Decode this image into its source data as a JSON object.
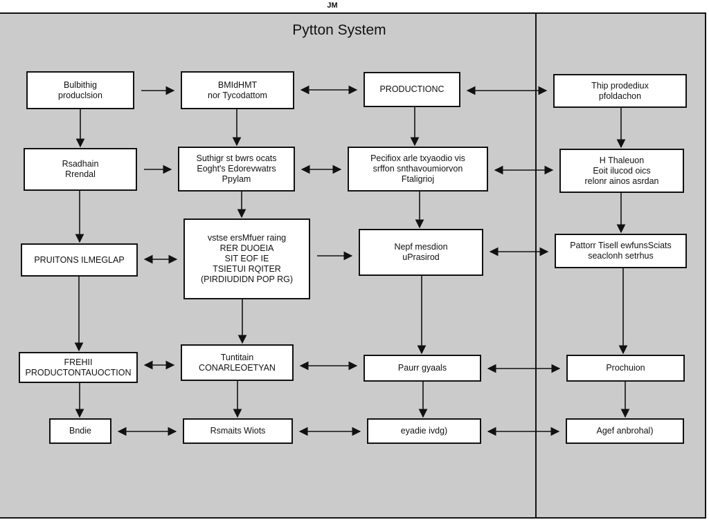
{
  "header_mark": "JM",
  "title": "Pytton System",
  "nodes": [
    {
      "id": "n1",
      "lines": [
        "Bulbithig",
        "produclsion"
      ]
    },
    {
      "id": "n2",
      "lines": [
        "BMIdHMT",
        "nor Tycodattom"
      ]
    },
    {
      "id": "n3",
      "lines": [
        "PRODUCTIONC"
      ]
    },
    {
      "id": "n4",
      "lines": [
        "Thip prodediux",
        "pfoldachon"
      ]
    },
    {
      "id": "n5",
      "lines": [
        "Rsadhain",
        "Rrendal"
      ]
    },
    {
      "id": "n6",
      "lines": [
        "Suthigr st bwrs ocats",
        "Eoght's Edorevwatrs",
        "Ppylam"
      ]
    },
    {
      "id": "n7",
      "lines": [
        "Pecifiox arle txyaodio vis",
        "srffon snthavoumiorvon",
        "Ftaligrioj"
      ]
    },
    {
      "id": "n8",
      "lines": [
        "H Thaleuon",
        "Eoit ilucod oics",
        "relonr ainos asrdan"
      ]
    },
    {
      "id": "n9",
      "lines": [
        "PRUITONS ILMEGLAP"
      ]
    },
    {
      "id": "n10",
      "lines": [
        "vstse ersMfuer raing",
        "RER DUOEIA",
        "SIT EOF IE",
        "TSIETUI RQITER",
        "(PIRDIUDIDN POP RG)"
      ]
    },
    {
      "id": "n11",
      "lines": [
        "Nepf mesdion",
        "uPrasirod"
      ]
    },
    {
      "id": "n12",
      "lines": [
        "Pattorr Tisell ewfunsSciats",
        "seaclonh setrhus"
      ]
    },
    {
      "id": "n13",
      "lines": [
        "FREHII",
        "PRODUCTONTAUOCTION"
      ]
    },
    {
      "id": "n14",
      "lines": [
        "Tuntitain",
        "CONARLEOETYAN"
      ]
    },
    {
      "id": "n15",
      "lines": [
        "Paurr gyaals"
      ]
    },
    {
      "id": "n16",
      "lines": [
        "Prochuion"
      ]
    },
    {
      "id": "n17",
      "lines": [
        "Bndie"
      ]
    },
    {
      "id": "n18",
      "lines": [
        "Rsmaits Wiots"
      ]
    },
    {
      "id": "n19",
      "lines": [
        "eyadie ivdg)"
      ]
    },
    {
      "id": "n20",
      "lines": [
        "Agef anbrohal)"
      ]
    }
  ],
  "edges": [
    {
      "from": "n1",
      "to": "n2",
      "dir": "forward"
    },
    {
      "from": "n2",
      "to": "n3",
      "dir": "both"
    },
    {
      "from": "n3",
      "to": "n4",
      "dir": "both"
    },
    {
      "from": "n5",
      "to": "n6",
      "dir": "forward"
    },
    {
      "from": "n6",
      "to": "n7",
      "dir": "both"
    },
    {
      "from": "n7",
      "to": "n8",
      "dir": "both"
    },
    {
      "from": "n9",
      "to": "n10",
      "dir": "both"
    },
    {
      "from": "n10",
      "to": "n11",
      "dir": "forward"
    },
    {
      "from": "n11",
      "to": "n12",
      "dir": "both"
    },
    {
      "from": "n13",
      "to": "n14",
      "dir": "both"
    },
    {
      "from": "n14",
      "to": "n15",
      "dir": "both"
    },
    {
      "from": "n15",
      "to": "n16",
      "dir": "both"
    },
    {
      "from": "n17",
      "to": "n18",
      "dir": "both"
    },
    {
      "from": "n18",
      "to": "n19",
      "dir": "both"
    },
    {
      "from": "n19",
      "to": "n20",
      "dir": "both"
    },
    {
      "from": "n1",
      "to": "n5",
      "dir": "forward"
    },
    {
      "from": "n5",
      "to": "n9",
      "dir": "forward"
    },
    {
      "from": "n9",
      "to": "n13",
      "dir": "forward"
    },
    {
      "from": "n13",
      "to": "n17",
      "dir": "forward"
    },
    {
      "from": "n2",
      "to": "n6",
      "dir": "forward"
    },
    {
      "from": "n6",
      "to": "n10",
      "dir": "forward"
    },
    {
      "from": "n10",
      "to": "n14",
      "dir": "forward"
    },
    {
      "from": "n14",
      "to": "n18",
      "dir": "forward"
    },
    {
      "from": "n3",
      "to": "n7",
      "dir": "forward"
    },
    {
      "from": "n7",
      "to": "n11",
      "dir": "forward"
    },
    {
      "from": "n11",
      "to": "n15",
      "dir": "forward"
    },
    {
      "from": "n15",
      "to": "n19",
      "dir": "forward"
    },
    {
      "from": "n4",
      "to": "n8",
      "dir": "forward"
    },
    {
      "from": "n8",
      "to": "n12",
      "dir": "forward"
    },
    {
      "from": "n12",
      "to": "n16",
      "dir": "forward"
    },
    {
      "from": "n16",
      "to": "n20",
      "dir": "forward"
    }
  ]
}
